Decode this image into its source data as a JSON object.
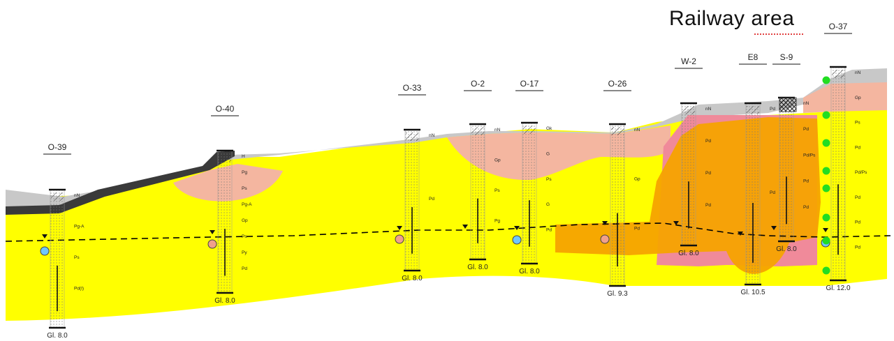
{
  "title": "Railway area",
  "boreholes": [
    {
      "id": "O-39",
      "depth_label": "Gl. 8.0",
      "layers": [
        "nN",
        "Pg-A",
        "Ps",
        "Pd(I)"
      ]
    },
    {
      "id": "O-40",
      "depth_label": "Gl. 8.0",
      "layers": [
        "H",
        "Pg",
        "Ps",
        "Pg-A",
        "Gp",
        "Ps",
        "Py",
        "Pd"
      ]
    },
    {
      "id": "O-33",
      "depth_label": "Gl. 8.0",
      "layers": [
        "nN",
        "Pd"
      ]
    },
    {
      "id": "O-2",
      "depth_label": "Gl. 8.0",
      "layers": [
        "nN",
        "Gp",
        "Ps",
        "Pg"
      ]
    },
    {
      "id": "O-17",
      "depth_label": "Gl. 8.0",
      "layers": [
        "Gk",
        "G",
        "Ps",
        "G",
        "Pd"
      ]
    },
    {
      "id": "O-26",
      "depth_label": "Gl. 9.3",
      "layers": [
        "nN",
        "Gp",
        "Pd"
      ]
    },
    {
      "id": "W-2",
      "depth_label": "Gl. 8.0",
      "layers": [
        "nN",
        "Pd",
        "Pd",
        "Pd"
      ]
    },
    {
      "id": "E8",
      "depth_label": "Gl. 10.5",
      "layers": [
        "Pd",
        "Pd"
      ]
    },
    {
      "id": "S-9",
      "depth_label": "Gl. 8.0",
      "layers": [
        "nN",
        "Pd",
        "Pd/Ps",
        "Pd",
        "Pd"
      ]
    },
    {
      "id": "O-37",
      "depth_label": "Gl. 12.0",
      "layers": [
        "nN",
        "Gp",
        "Ps",
        "Pd",
        "Pd/Ps",
        "Pd",
        "Pd",
        "Pd"
      ]
    }
  ],
  "colors": {
    "fill_grey": "#c8c8c8",
    "pavement_dark": "#3a3a3a",
    "sand_yellow": "#ffff00",
    "clay_salmon": "#f4b6a0",
    "contam_orange": "#f5a300",
    "contam_pink": "#f08a9a",
    "water_line": "#000000",
    "marker_green": "#22dd22",
    "marker_cyan": "#6ec6ff",
    "marker_salmon": "#f0a08c"
  }
}
